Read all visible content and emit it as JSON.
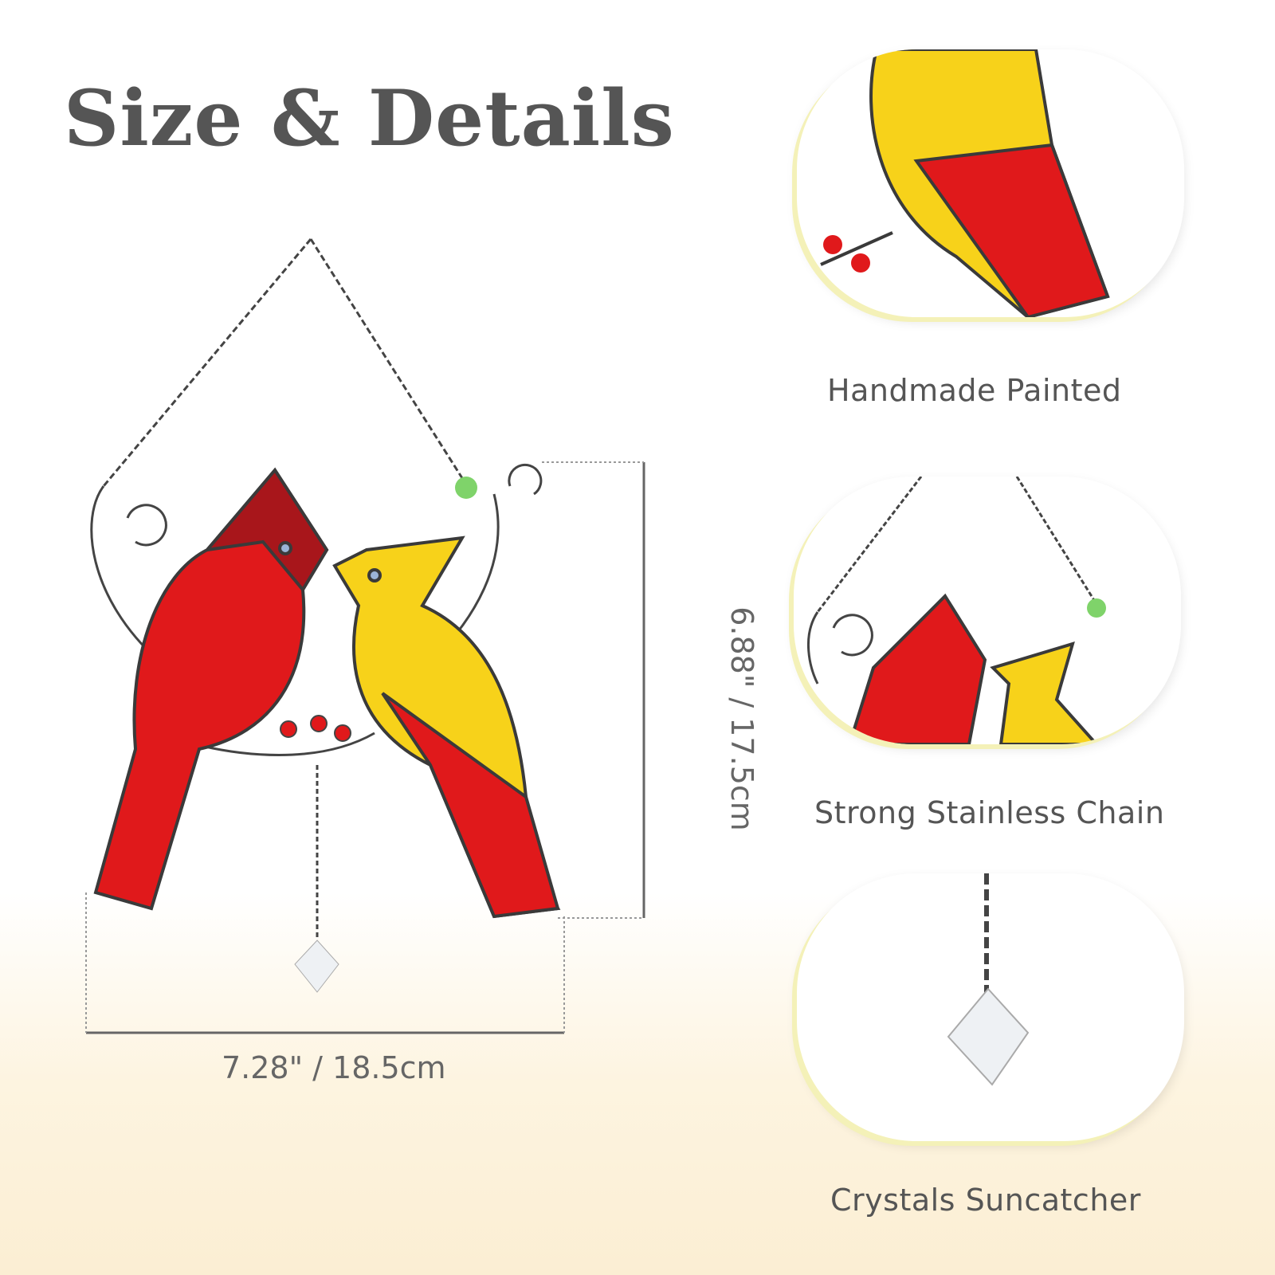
{
  "heading": "Size & Details",
  "dimensions": {
    "height": "6.88\" / 17.5cm",
    "width": "7.28\" / 18.5cm"
  },
  "features": [
    {
      "label": "Handmade Painted"
    },
    {
      "label": "Strong Stainless Chain"
    },
    {
      "label": "Crystals Suncatcher"
    }
  ],
  "colors": {
    "red": "#e0191b",
    "yellow": "#f7d21a",
    "dark": "#3a3a3a",
    "accent": "#f4f1b8"
  }
}
